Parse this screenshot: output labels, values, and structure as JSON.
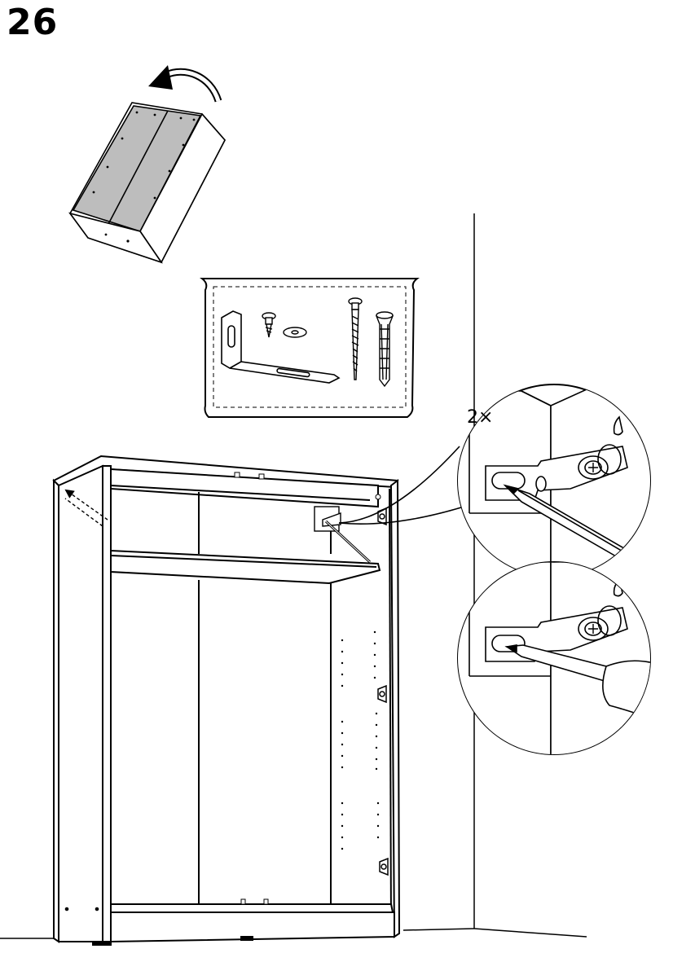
{
  "step": {
    "number": "26"
  },
  "callout": {
    "quantity": "2×"
  },
  "parts_bag": {
    "items": [
      "wall-bracket",
      "screw",
      "washer",
      "long-screw",
      "wall-plug"
    ]
  },
  "colors": {
    "ink": "#000000",
    "panel_fill": "#bdbdbd",
    "paper": "#ffffff"
  }
}
